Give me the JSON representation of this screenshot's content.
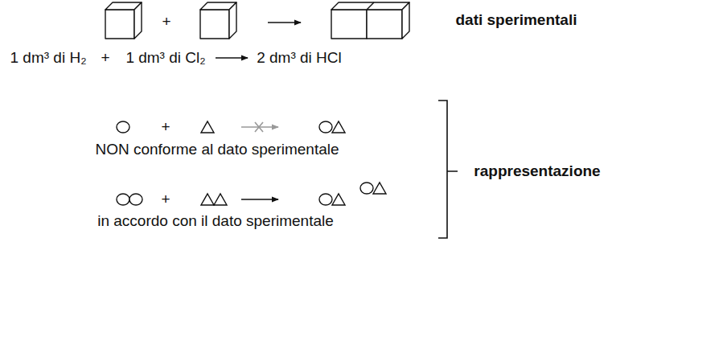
{
  "diagram": {
    "labels": [
      "+",
      "dati sperimentali",
      "1 dm³ di H₂",
      "+",
      "1 dm³ di Cl₂",
      "2 dm³ di HCl",
      "+",
      "NON conforme al dato sperimentale",
      "+",
      "in accordo con il dato sperimentale",
      "rappresentazione"
    ]
  }
}
